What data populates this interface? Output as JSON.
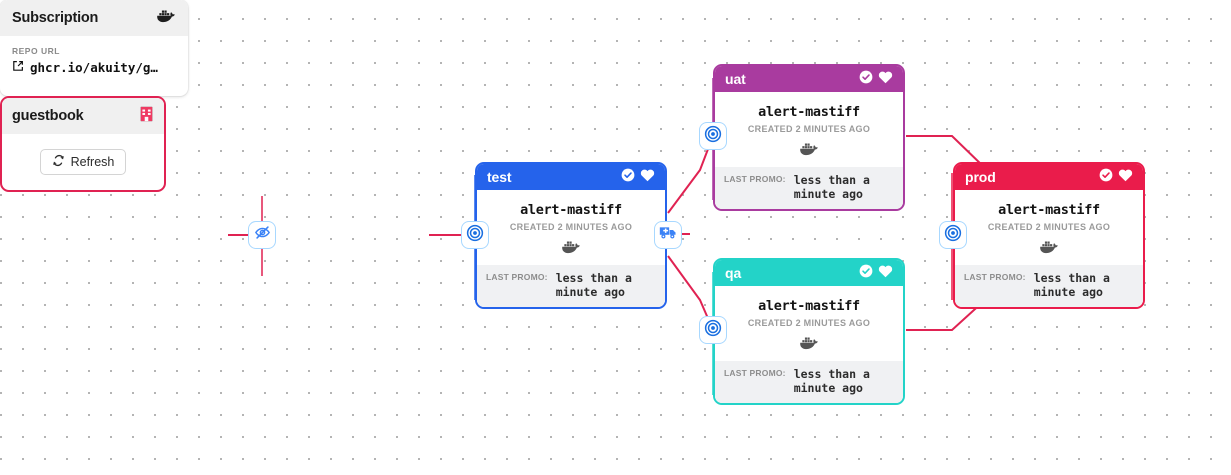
{
  "app": {
    "view": "stage-pipeline-graph",
    "background_dot_color": "#9b9b9b"
  },
  "subscription_card": {
    "title": "Subscription",
    "icon": "docker-whale-icon",
    "repo_label": "REPO URL",
    "repo_url": "ghcr.io/akuity/g…",
    "link_icon": "external-link-icon"
  },
  "warehouse_card": {
    "title": "guestbook",
    "icon": "warehouse-icon",
    "icon_color": "#e02252",
    "border_color": "#e02252",
    "refresh_label": "Refresh",
    "refresh_icon": "sync-icon"
  },
  "badges": [
    {
      "name": "hide-subscription-badge",
      "icon": "eye-slash-icon",
      "color": "#3b82f6"
    },
    {
      "name": "test-promote-badge",
      "icon": "bullseye-icon",
      "color": "#1a6fe0"
    },
    {
      "name": "test-promote-downstream-badge",
      "icon": "delivery-truck-icon",
      "color": "#3b82f6"
    },
    {
      "name": "uat-promote-badge",
      "icon": "bullseye-icon",
      "color": "#1a6fe0"
    },
    {
      "name": "qa-promote-badge",
      "icon": "bullseye-icon",
      "color": "#1a6fe0"
    },
    {
      "name": "prod-promote-badge",
      "icon": "bullseye-icon",
      "color": "#1a6fe0"
    }
  ],
  "stages": [
    {
      "id": "test",
      "name": "test",
      "color": "#2563eb",
      "freight_name": "alert-mastiff",
      "created_text": "CREATED 2 MINUTES AGO",
      "freight_icon": "docker-whale-icon",
      "footer_label": "LAST PROMO:",
      "footer_value": "less than a minute ago",
      "health_icon": "check-circle-icon",
      "phase_icon": "heart-icon"
    },
    {
      "id": "uat",
      "name": "uat",
      "color": "#a93b9f",
      "freight_name": "alert-mastiff",
      "created_text": "CREATED 2 MINUTES AGO",
      "freight_icon": "docker-whale-icon",
      "footer_label": "LAST PROMO:",
      "footer_value": "less than a minute ago",
      "health_icon": "check-circle-icon",
      "phase_icon": "heart-icon"
    },
    {
      "id": "qa",
      "name": "qa",
      "color": "#23d3c8",
      "freight_name": "alert-mastiff",
      "created_text": "CREATED 2 MINUTES AGO",
      "freight_icon": "docker-whale-icon",
      "footer_label": "LAST PROMO:",
      "footer_value": "less than a minute ago",
      "health_icon": "check-circle-icon",
      "phase_icon": "heart-icon"
    },
    {
      "id": "prod",
      "name": "prod",
      "color": "#ea1c4b",
      "freight_name": "alert-mastiff",
      "created_text": "CREATED 2 MINUTES AGO",
      "freight_icon": "docker-whale-icon",
      "footer_label": "LAST PROMO:",
      "footer_value": "less than a minute ago",
      "health_icon": "check-circle-icon",
      "phase_icon": "heart-icon"
    }
  ],
  "edges": {
    "color_subscription": "#e02252",
    "color_test_to_uat": "#e02252",
    "color_test_to_qa": "#e02252",
    "color_uat_to_prod": "#e02252",
    "color_qa_to_prod": "#e02252"
  }
}
